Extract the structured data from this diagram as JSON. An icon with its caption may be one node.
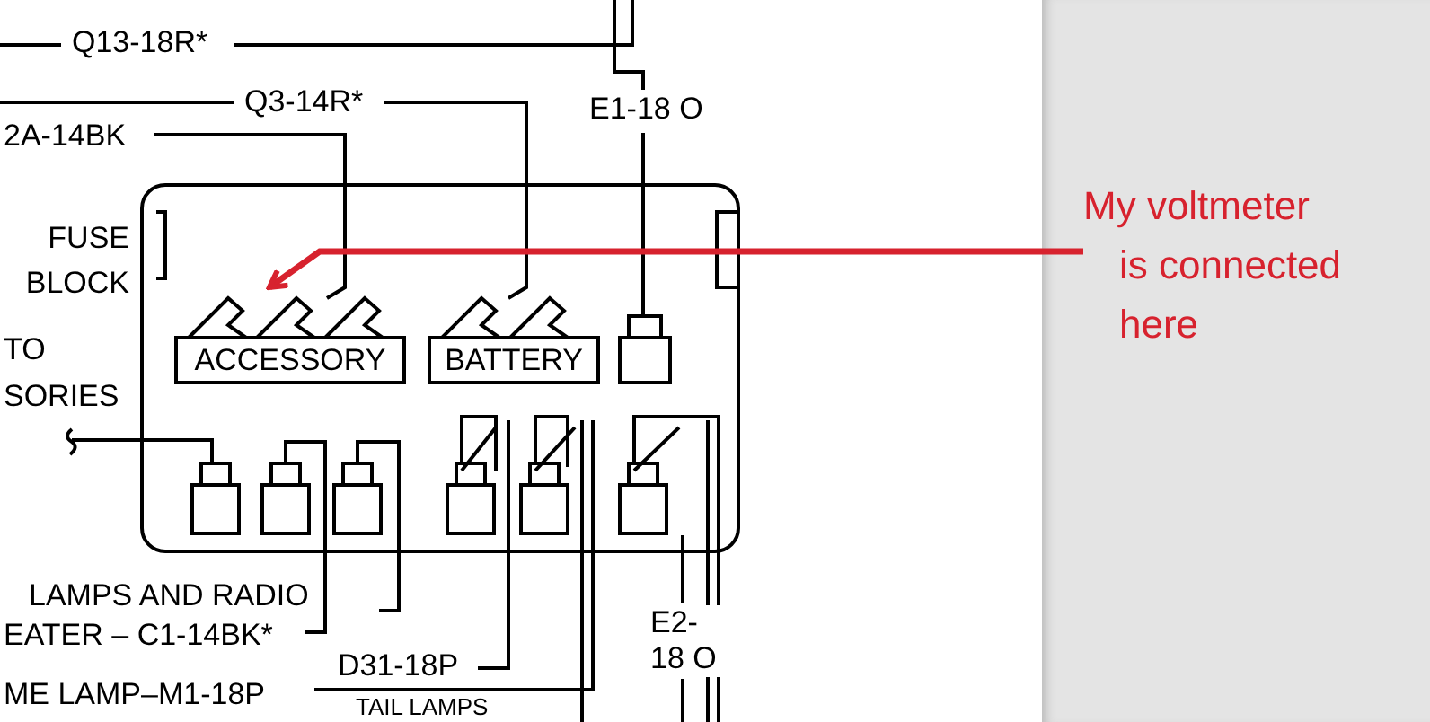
{
  "diagram": {
    "nodes": [
      {
        "text": [
          "FUSE BLOCK"
        ]
      },
      {
        "text": [
          "ACCESSORY"
        ],
        "in": 0
      },
      {
        "text": [
          "BATTERY"
        ],
        "in": 0
      },
      {
        "text": [
          "My voltmeter is connected here"
        ]
      }
    ],
    "edges": [
      {
        "from": 3,
        "to": 1,
        "arrow": "to",
        "color": "#d7222e"
      }
    ],
    "labels": [
      "Q13-18R*",
      "Q3-14R*",
      "2A-14BK",
      "E1-18 O",
      "TO",
      "SORIES",
      "LAMPS AND RADIO",
      "EATER – C1-14BK*",
      "D31-18P",
      "E2- 18 O",
      "ME LAMP–M1-18P",
      "TAIL LAMPS"
    ]
  }
}
